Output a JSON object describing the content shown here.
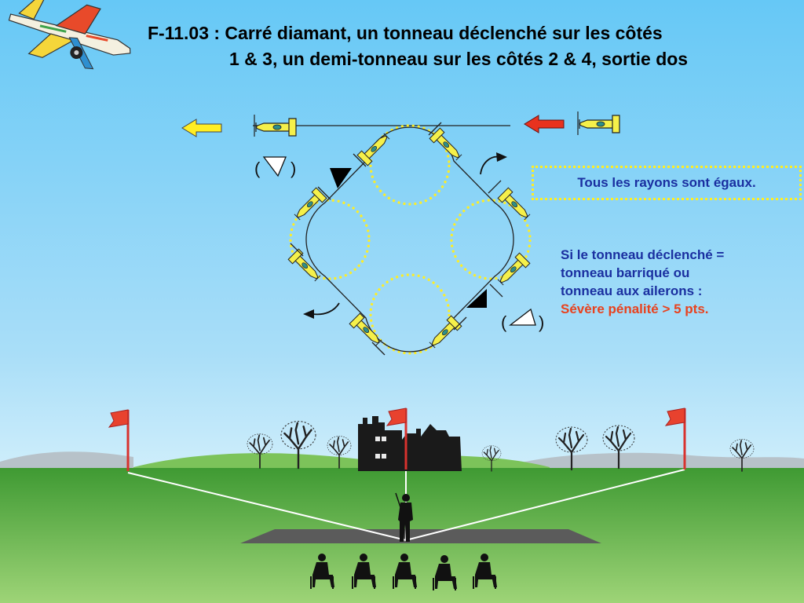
{
  "title": {
    "line1": "F-11.03 : Carré diamant, un tonneau déclenché sur les côtés",
    "line2": "1 & 3, un demi-tonneau sur les côtés 2 & 4, sortie dos"
  },
  "note_rayons": "Tous les rayons sont égaux.",
  "penalty_note": {
    "line1": "Si le tonneau déclenché =",
    "line2": "tonneau barriqué ou",
    "line3": "tonneau aux ailerons :",
    "line4": "Sévère pénalité > 5 pts."
  },
  "colors": {
    "sky_top": "#66c8f6",
    "sky_bottom": "#c9ecfb",
    "ground": "#4fa63b",
    "text_blue": "#1a2fa0",
    "text_red": "#e8421e",
    "plane_yellow": "#f5f04a",
    "dotted_yellow": "#ffee22",
    "entry_arrow": "#e8321e",
    "exit_arrow": "#ffee22"
  },
  "icons": {
    "logo": "aerobatic-plane-icon",
    "plane": "small-plane-icon",
    "flag": "red-flag-icon",
    "trees": "bare-tree-icon",
    "castle": "castle-ruin-icon",
    "pilot": "pilot-silhouette-icon",
    "judges": "seated-judge-icon"
  }
}
